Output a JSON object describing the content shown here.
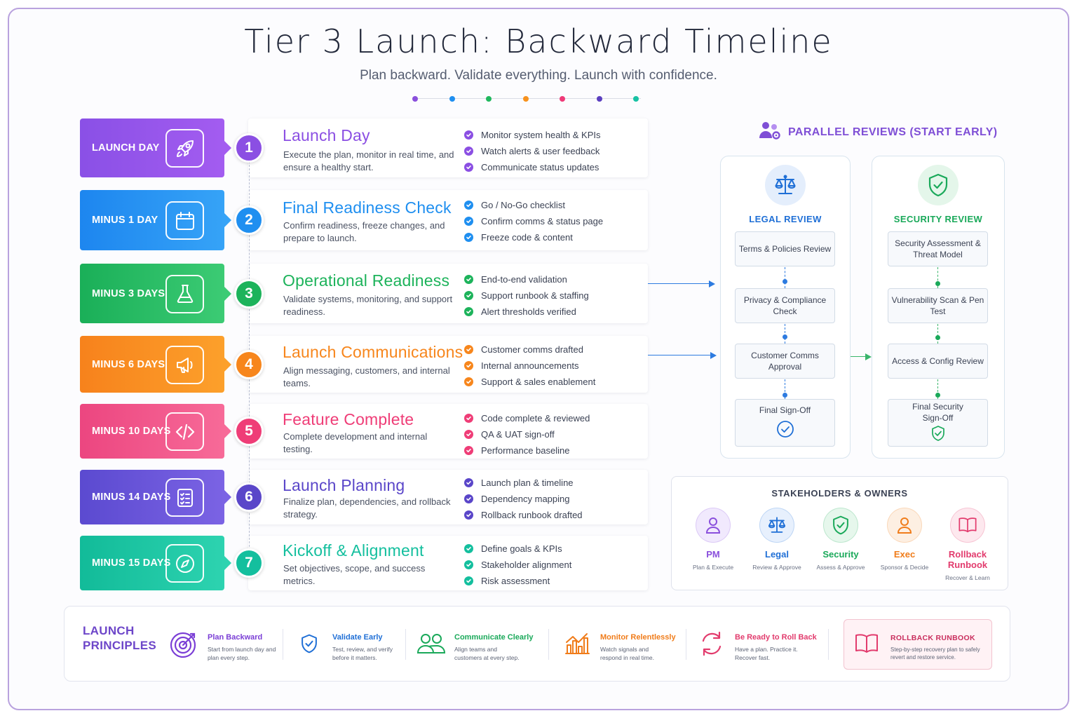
{
  "header": {
    "title": "Tier 3 Launch: Backward Timeline",
    "subtitle": "Plan backward. Validate everything. Launch with confidence.",
    "dot_colors": [
      "#8a4fdc",
      "#1f8ff0",
      "#20b85e",
      "#f7921e",
      "#ef3a78",
      "#5b3fc0",
      "#18c2a4"
    ]
  },
  "timeline": [
    {
      "badge": "LAUNCH DAY",
      "icon": "rocket-icon",
      "step": "1",
      "color": "#8b4fe3",
      "grad": [
        "#8a50e6",
        "#a35cf0"
      ],
      "title": "Launch Day",
      "desc": "Execute the plan, monitor in real time, and ensure a healthy start.",
      "checks": [
        "Monitor system health & KPIs",
        "Watch alerts & user feedback",
        "Communicate status updates"
      ]
    },
    {
      "badge": "MINUS 1 DAY",
      "icon": "calendar-icon",
      "step": "2",
      "color": "#1f8ff0",
      "grad": [
        "#1d86ef",
        "#36a3f7"
      ],
      "title": "Final Readiness Check",
      "desc": "Confirm readiness, freeze changes, and prepare to launch.",
      "checks": [
        "Go / No-Go checklist",
        "Confirm comms & status page",
        "Freeze code & content"
      ]
    },
    {
      "badge": "MINUS 3 DAYS",
      "icon": "flask-icon",
      "step": "3",
      "color": "#1db35b",
      "grad": [
        "#1aaf58",
        "#3ccb74"
      ],
      "title": "Operational Readiness",
      "desc": "Validate systems, monitoring, and support readiness.",
      "checks": [
        "End-to-end validation",
        "Support runbook & staffing",
        "Alert thresholds verified"
      ]
    },
    {
      "badge": "MINUS 6 DAYS",
      "icon": "megaphone-icon",
      "step": "4",
      "color": "#f7861c",
      "grad": [
        "#f7821c",
        "#fca02b"
      ],
      "title": "Launch Communications",
      "desc": "Align messaging, customers, and internal teams.",
      "checks": [
        "Customer comms drafted",
        "Internal announcements",
        "Support & sales enablement"
      ]
    },
    {
      "badge": "MINUS 10 DAYS",
      "icon": "code-icon",
      "step": "5",
      "color": "#ef3d77",
      "grad": [
        "#ec4680",
        "#f76a98"
      ],
      "title": "Feature Complete",
      "desc": "Complete development and internal testing.",
      "checks": [
        "Code complete & reviewed",
        "QA & UAT sign-off",
        "Performance baseline"
      ]
    },
    {
      "badge": "MINUS 14 DAYS",
      "icon": "checklist-icon",
      "step": "6",
      "color": "#5a46c9",
      "grad": [
        "#5b4ad0",
        "#7b63e4"
      ],
      "title": "Launch Planning",
      "desc": "Finalize plan, dependencies, and rollback strategy.",
      "checks": [
        "Launch plan & timeline",
        "Dependency mapping",
        "Rollback runbook drafted"
      ]
    },
    {
      "badge": "MINUS 15 DAYS",
      "icon": "compass-icon",
      "step": "7",
      "color": "#14bf9e",
      "grad": [
        "#12bb99",
        "#2dd3b0"
      ],
      "title": "Kickoff & Alignment",
      "desc": "Set objectives, scope, and success metrics.",
      "checks": [
        "Define goals & KPIs",
        "Stakeholder alignment",
        "Risk assessment"
      ]
    }
  ],
  "parallel_reviews": {
    "title": "PARALLEL REVIEWS (START EARLY)",
    "title_icon": "people-gear-icon",
    "legal": {
      "label": "LEGAL REVIEW",
      "icon": "scales-icon",
      "color": "#1f6fd6",
      "steps": [
        "Terms & Policies Review",
        "Privacy & Compliance Check",
        "Customer Comms Approval",
        "Final Sign-Off"
      ]
    },
    "security": {
      "label": "SECURITY REVIEW",
      "icon": "shield-check-icon",
      "color": "#1aa95a",
      "steps": [
        "Security Assessment & Threat Model",
        "Vulnerability Scan & Pen Test",
        "Access & Config Review",
        "Final Security Sign-Off"
      ]
    }
  },
  "stakeholders": {
    "title": "STAKEHOLDERS & OWNERS",
    "items": [
      {
        "name": "PM",
        "role": "Plan & Execute",
        "icon": "person-icon",
        "color": "#8a4fdc",
        "bg": "#f1e9fd"
      },
      {
        "name": "Legal",
        "role": "Review & Approve",
        "icon": "scales-icon",
        "color": "#1f6fd6",
        "bg": "#e7f0fd"
      },
      {
        "name": "Security",
        "role": "Assess & Approve",
        "icon": "shield-check-icon",
        "color": "#1aa95a",
        "bg": "#e6f7ec"
      },
      {
        "name": "Exec",
        "role": "Sponsor & Decide",
        "icon": "person-icon",
        "color": "#f07c1a",
        "bg": "#fdefe2"
      },
      {
        "name": "Rollback Runbook",
        "role": "Recover & Learn",
        "icon": "book-icon",
        "color": "#e23b6d",
        "bg": "#fde8ee"
      }
    ]
  },
  "principles": {
    "title": "LAUNCH PRINCIPLES",
    "items": [
      {
        "name": "Plan Backward",
        "desc": "Start from launch day and plan every step.",
        "icon": "target-icon",
        "color": "#7b3fd6"
      },
      {
        "name": "Validate Early",
        "desc": "Test, review, and verify before it matters.",
        "icon": "shield-check-icon",
        "color": "#1f6fd6"
      },
      {
        "name": "Communicate Clearly",
        "desc": "Align teams and customers at every step.",
        "icon": "people-icon",
        "color": "#1aa95a"
      },
      {
        "name": "Monitor Relentlessly",
        "desc": "Watch signals and respond in real time.",
        "icon": "chart-icon",
        "color": "#f07c1a"
      },
      {
        "name": "Be Ready to Roll Back",
        "desc": "Have a plan. Practice it. Recover fast.",
        "icon": "rollback-icon",
        "color": "#e23b6d"
      }
    ],
    "runbook": {
      "name": "ROLLBACK RUNBOOK",
      "desc": "Step-by-step recovery plan to safely revert and restore service.",
      "icon": "book-icon",
      "color": "#e23b6d"
    }
  }
}
